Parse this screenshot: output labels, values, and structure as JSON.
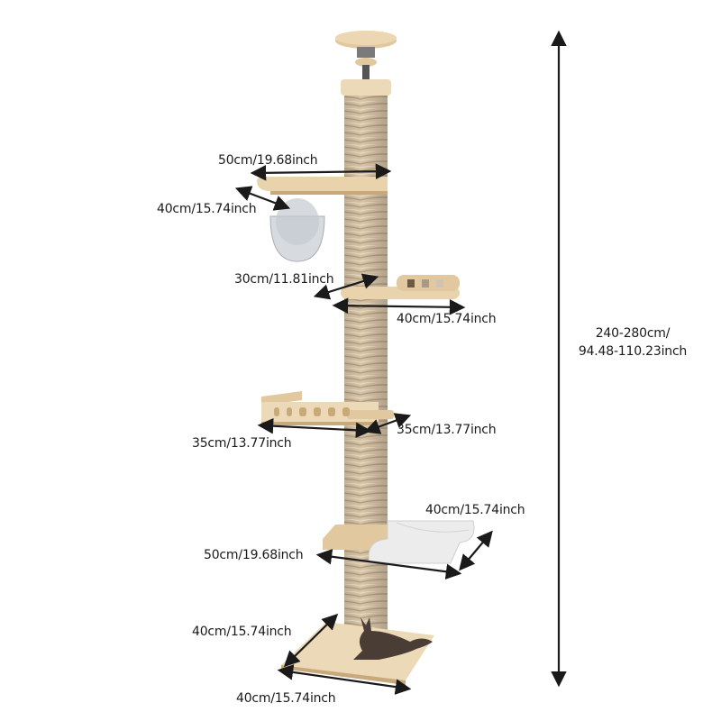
{
  "product": {
    "type": "floor-to-ceiling cat tree",
    "colors": {
      "wood": "#e8d3ac",
      "wood_dark": "#c9a87a",
      "sisal": "#d3bfa2",
      "sisal_stripe": "#b9a283",
      "hammock": "#e9e9e9",
      "bowl": "#cfd3d8",
      "arrow": "#1a1a1a",
      "cat": "#4a3d36"
    }
  },
  "dimensions": {
    "total_height": {
      "line1": "240-280cm/",
      "line2": "94.48-110.23inch"
    },
    "top_platform_width": "50cm/19.68inch",
    "top_bowl_depth": "40cm/15.74inch",
    "round_bed_depth": "30cm/11.81inch",
    "round_bed_width": "40cm/15.74inch",
    "basket_width": "35cm/13.77inch",
    "basket_depth": "35cm/13.77inch",
    "hammock_depth": "40cm/15.74inch",
    "hammock_width": "50cm/19.68inch",
    "base_depth": "40cm/15.74inch",
    "base_width": "40cm/15.74inch"
  }
}
